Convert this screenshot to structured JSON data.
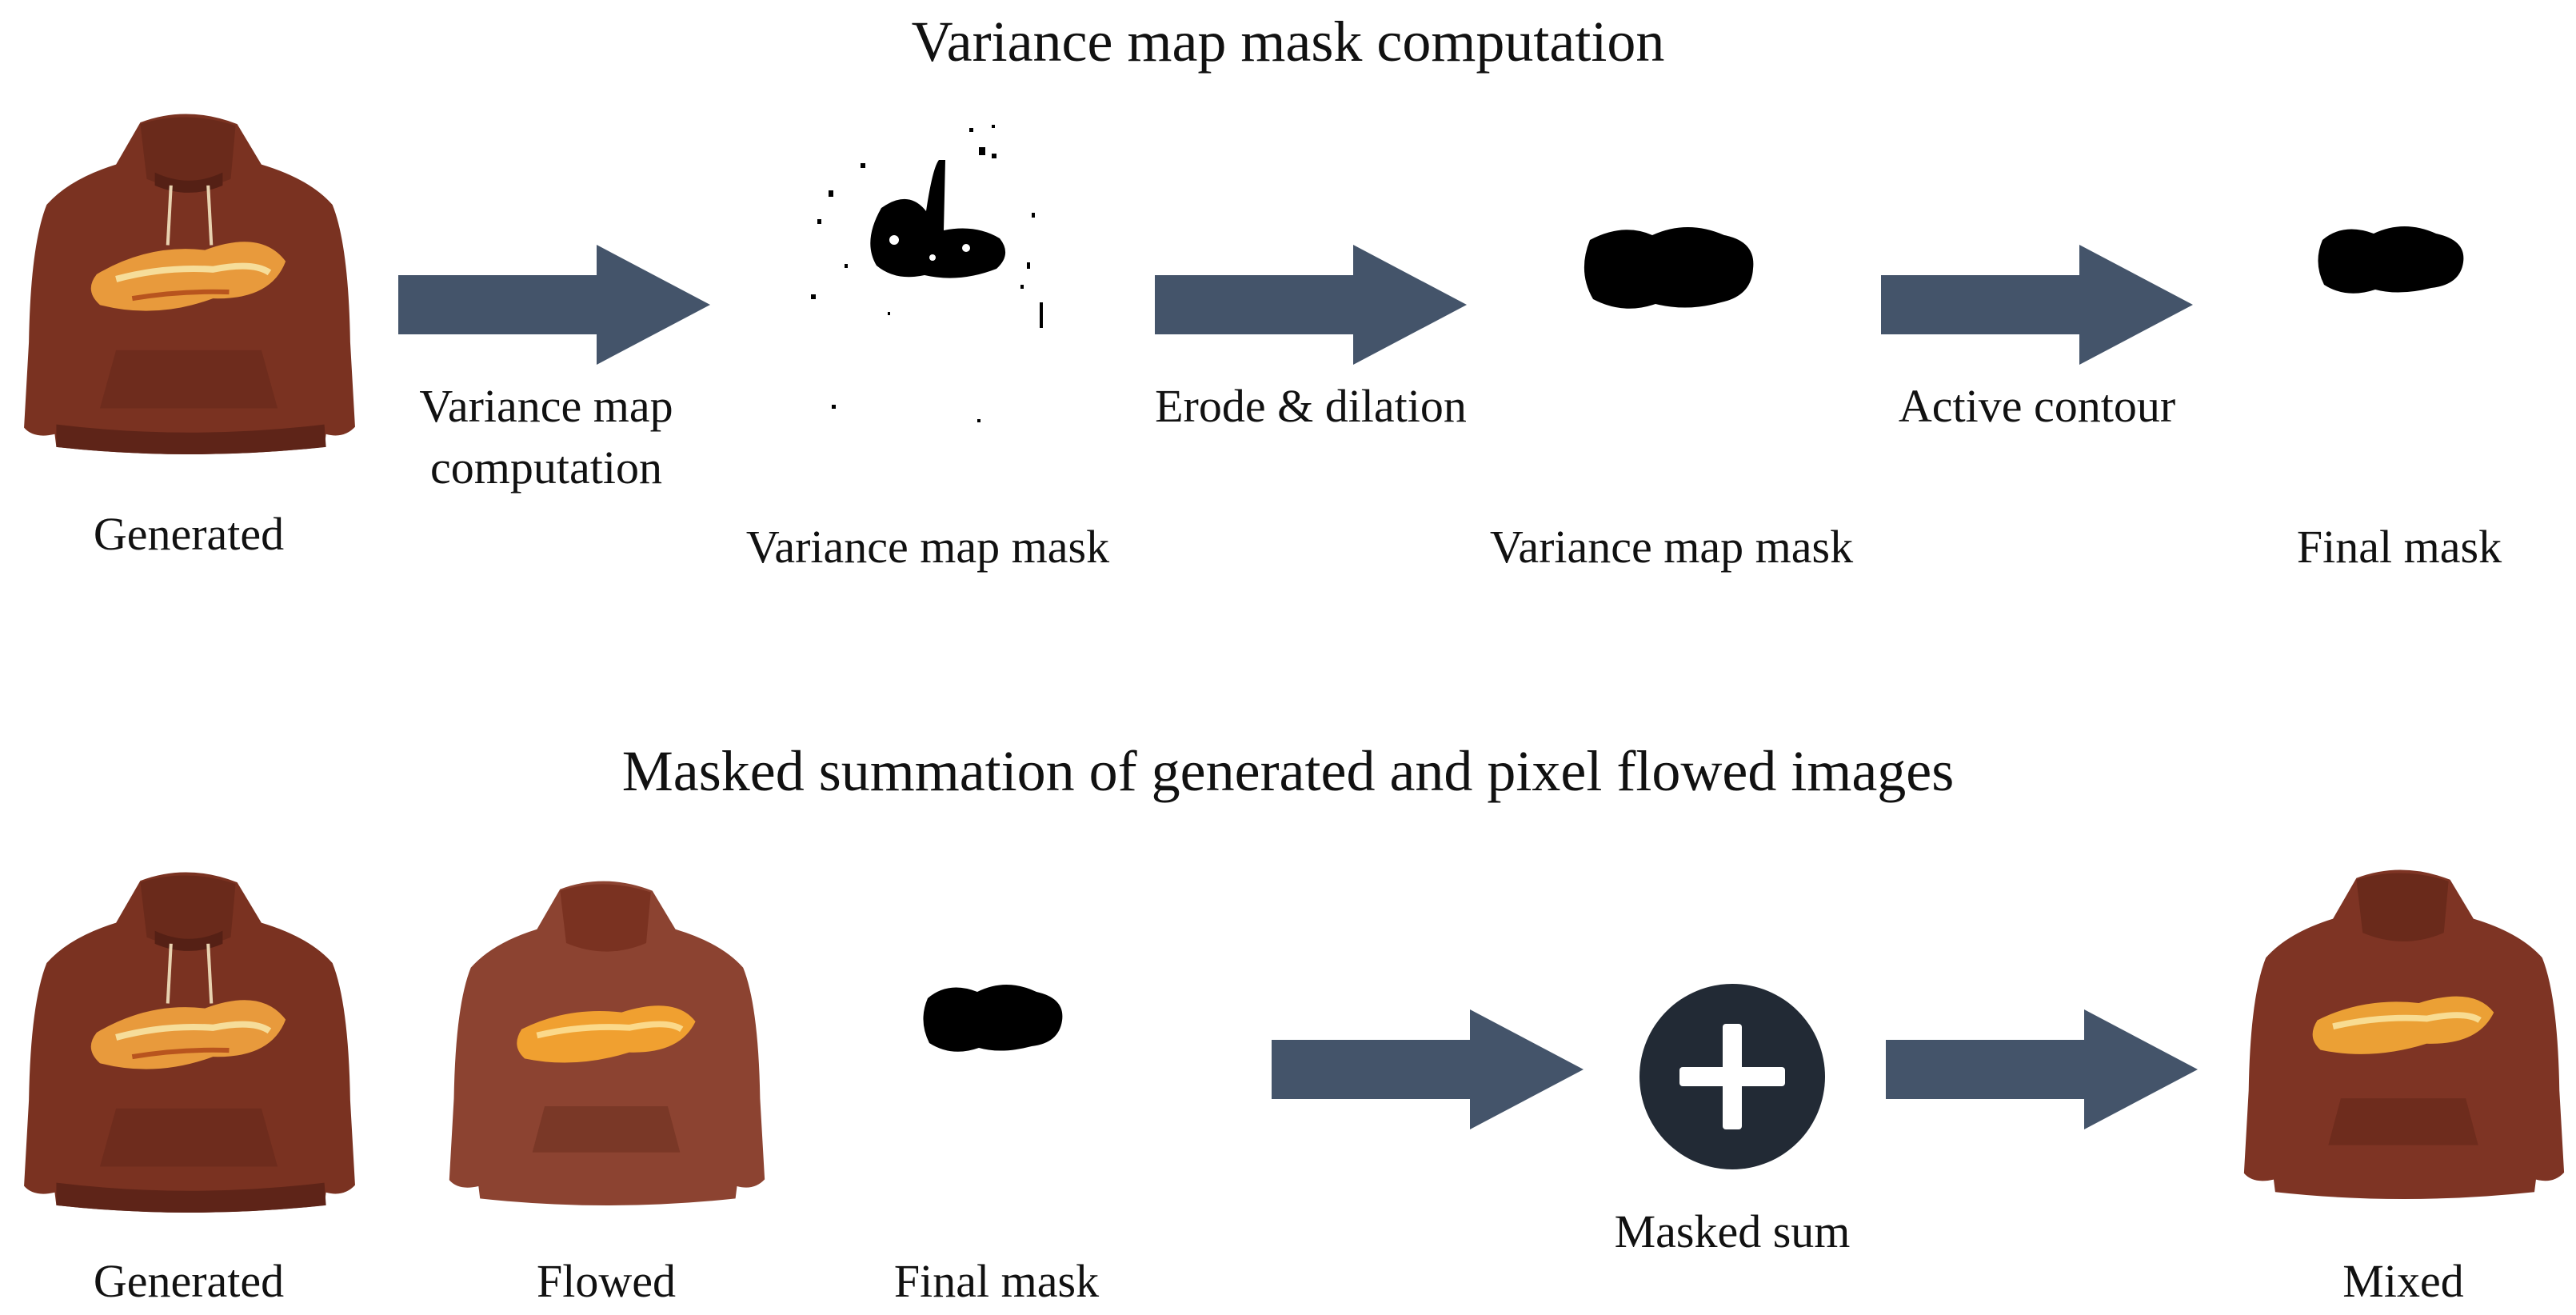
{
  "section1": {
    "title": "Variance map mask computation",
    "items": {
      "generated": "Generated",
      "variance_mask_raw": "Variance map mask",
      "variance_mask_clean": "Variance map mask",
      "final_mask": "Final mask"
    },
    "steps": {
      "variance": "Variance map\ncomputation",
      "erode": "Erode & dilation",
      "contour": "Active contour"
    }
  },
  "section2": {
    "title": "Masked summation of generated and pixel flowed images",
    "items": {
      "generated": "Generated",
      "flowed": "Flowed",
      "final_mask": "Final mask",
      "masked_sum": "Masked sum",
      "mixed": "Mixed"
    }
  },
  "colors": {
    "arrow": "#44546a",
    "plus_circle": "#222a35",
    "hoodie": "#7a3221",
    "hoodie_light": "#8c4331",
    "logo": "#e89a3c",
    "mask": "#000000"
  },
  "icons": {
    "arrow": "right-arrow-icon",
    "plus": "plus-icon",
    "hoodie": "hoodie-image"
  }
}
